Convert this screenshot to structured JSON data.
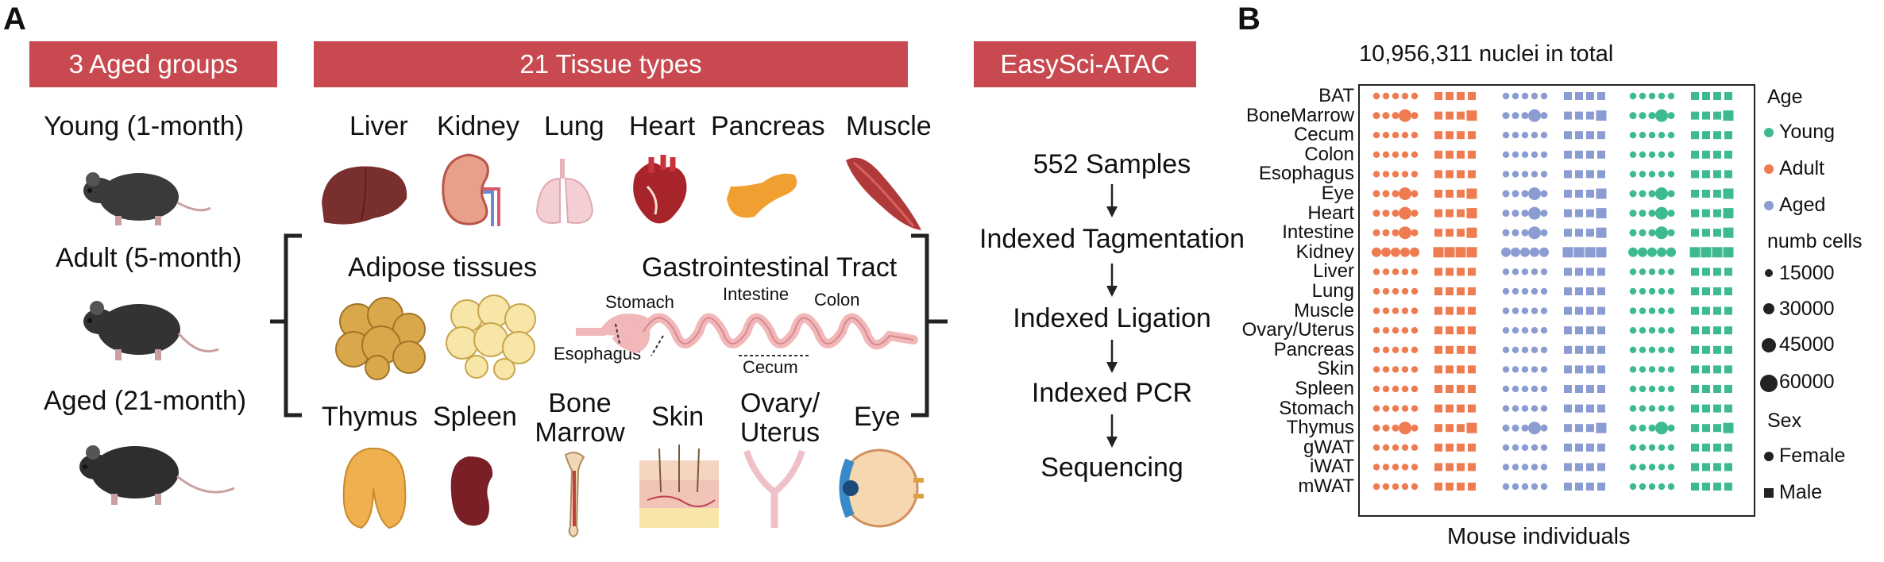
{
  "panel_a": {
    "letter": "A",
    "banners": {
      "aged_groups": "3 Aged groups",
      "tissue_types": "21 Tissue types",
      "method": "EasySci-ATAC"
    },
    "age_groups": [
      "Young (1-month)",
      "Adult (5-month)",
      "Aged (21-month)"
    ],
    "tissues_row1": [
      "Liver",
      "Kidney",
      "Lung",
      "Heart",
      "Pancreas",
      "Muscle"
    ],
    "adipose_label": "Adipose tissues",
    "gi_label": "Gastrointestinal Tract",
    "gi_parts": {
      "stomach": "Stomach",
      "intestine": "Intestine",
      "colon": "Colon",
      "esophagus": "Esophagus",
      "cecum": "Cecum"
    },
    "tissues_row3": {
      "thymus": "Thymus",
      "spleen": "Spleen",
      "bone_marrow": "Bone\nMarrow",
      "skin": "Skin",
      "ovary": "Ovary/\nUterus",
      "eye": "Eye"
    },
    "workflow": [
      "552 Samples",
      "Indexed Tagmentation",
      "Indexed Ligation",
      "Indexed PCR",
      "Sequencing"
    ]
  },
  "panel_b": {
    "letter": "B",
    "title": "10,956,311 nuclei in total",
    "xlabel": "Mouse individuals",
    "tissues": [
      "BAT",
      "BoneMarrow",
      "Cecum",
      "Colon",
      "Esophagus",
      "Eye",
      "Heart",
      "Intestine",
      "Kidney",
      "Liver",
      "Lung",
      "Muscle",
      "Ovary/Uterus",
      "Pancreas",
      "Skin",
      "Spleen",
      "Stomach",
      "Thymus",
      "gWAT",
      "iWAT",
      "mWAT"
    ],
    "legend": {
      "age_title": "Age",
      "ages": [
        {
          "label": "Young",
          "color": "#3dbb8e"
        },
        {
          "label": "Adult",
          "color": "#ee7c50"
        },
        {
          "label": "Aged",
          "color": "#8b9cd3"
        }
      ],
      "size_title": "numb cells",
      "sizes": [
        "15000",
        "30000",
        "45000",
        "60000"
      ],
      "sex_title": "Sex",
      "sexes": [
        "Female",
        "Male"
      ]
    }
  }
}
